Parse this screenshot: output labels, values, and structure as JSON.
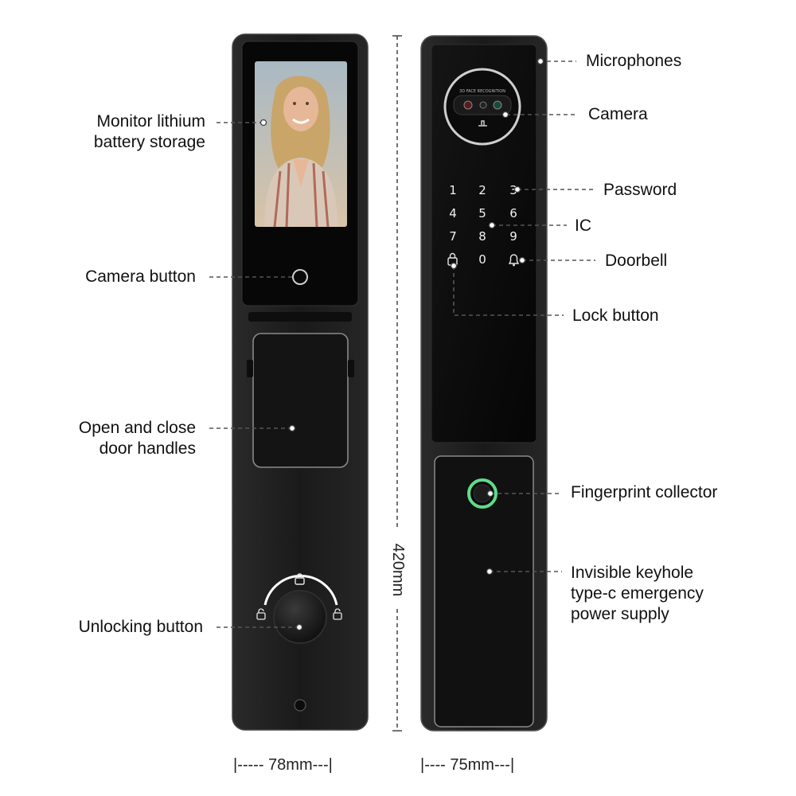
{
  "colors": {
    "body": "#1b1b1b",
    "panel": "#0c0c0c",
    "accent": "#5fdc8a",
    "line": "#555555",
    "text": "#111111"
  },
  "labels": {
    "monitor": "Monitor lithium\nbattery storage",
    "camera_button": "Camera button",
    "handles": "Open and close\ndoor handles",
    "unlocking": "Unlocking button",
    "microphones": "Microphones",
    "camera": "Camera",
    "password": "Password",
    "ic": "IC",
    "doorbell": "Doorbell",
    "lock_button": "Lock button",
    "fingerprint": "Fingerprint collector",
    "keyhole": "Invisible keyhole\ntype-c emergency\npower supply"
  },
  "dimensions": {
    "height": "420mm",
    "width_front": "|----- 78mm---|",
    "width_back": "|---- 75mm---|"
  },
  "camera_module_text": "3D FACE RECOGNITION",
  "keypad": [
    "1",
    "2",
    "3",
    "4",
    "5",
    "6",
    "7",
    "8",
    "9",
    "0"
  ],
  "icons": {
    "unlock_left": "unlock-icon",
    "unlock_right": "unlock-icon",
    "lock_top": "lock-icon",
    "lock_key": "lock-icon",
    "doorbell_key": "bell-icon"
  }
}
